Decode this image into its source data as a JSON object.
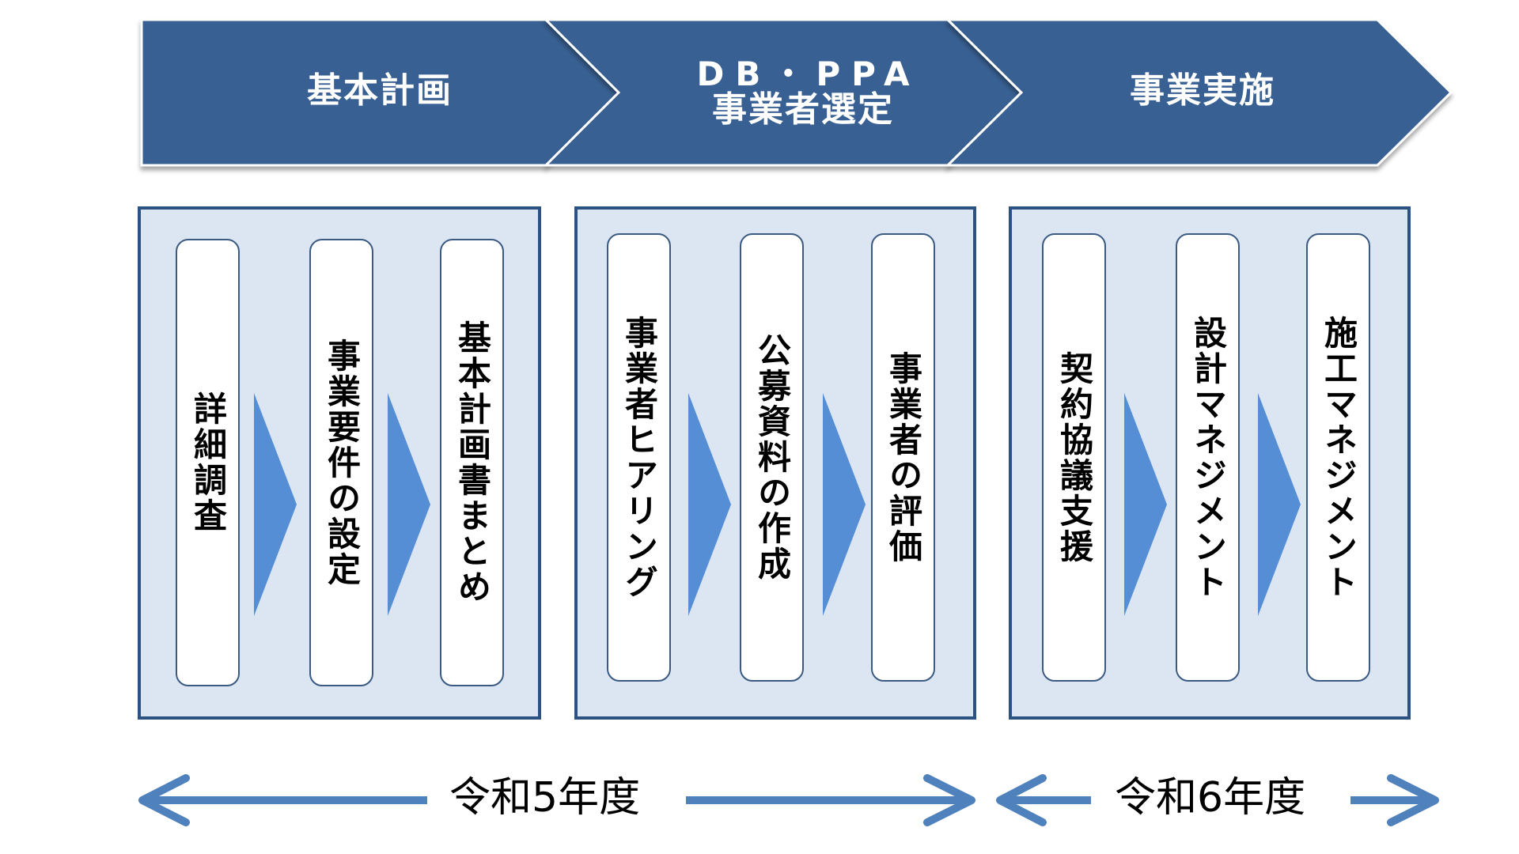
{
  "colors": {
    "phase_fill": "#376092",
    "phase_outline": "#ffffff",
    "box_fill": "#dce6f2",
    "box_border": "#2c5282",
    "step_arrow": "#558ed5",
    "timeline_arrow": "#4f81bd"
  },
  "phases": [
    {
      "label": "基本計画"
    },
    {
      "abbr": "DB・PPA",
      "label": "事業者選定"
    },
    {
      "label": "事業実施"
    }
  ],
  "groups": [
    {
      "steps": [
        "詳細調査",
        "事業要件の設定",
        "基本計画書まとめ"
      ]
    },
    {
      "steps": [
        "事業者ヒアリング",
        "公募資料の作成",
        "事業者の評価"
      ]
    },
    {
      "steps": [
        "契約協議支援",
        "設計マネジメント",
        "施工マネジメント"
      ]
    }
  ],
  "timeline": [
    {
      "label": "令和5年度"
    },
    {
      "label": "令和6年度"
    }
  ]
}
